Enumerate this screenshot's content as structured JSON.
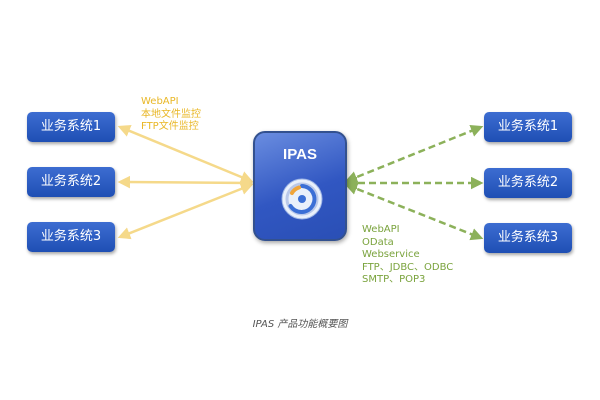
{
  "left_systems": [
    "业务系统1",
    "业务系统2",
    "业务系统3"
  ],
  "right_systems": [
    "业务系统1",
    "业务系统2",
    "业务系统3"
  ],
  "center": {
    "title": "IPAS"
  },
  "left_protocols": [
    "WebAPI",
    "本地文件监控",
    "FTP文件监控"
  ],
  "right_protocols": [
    "WebAPI",
    "OData",
    "Webservice",
    "FTP、JDBC、ODBC",
    "SMTP、POP3"
  ],
  "caption": "IPAS 产品功能概要图",
  "colors": {
    "left_arrows": "#f5d98a",
    "right_arrows": "#8cb15a",
    "box_fill": "#2d5ec9",
    "left_text": "#e9b726",
    "right_text": "#7aa33d"
  }
}
